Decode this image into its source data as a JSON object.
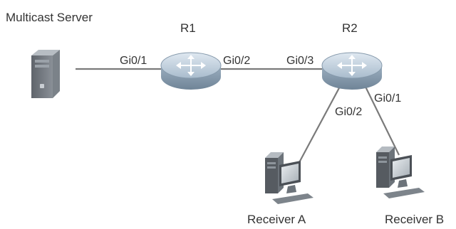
{
  "diagram": {
    "nodes": {
      "server": {
        "label": "Multicast Server",
        "icon": "server-tower-icon"
      },
      "r1": {
        "label": "R1",
        "icon": "router-icon"
      },
      "r2": {
        "label": "R2",
        "icon": "router-icon"
      },
      "receiver_a": {
        "label": "Receiver A",
        "icon": "desktop-computer-icon"
      },
      "receiver_b": {
        "label": "Receiver B",
        "icon": "desktop-computer-icon"
      }
    },
    "links": [
      {
        "from": "Multicast Server",
        "to": "R1",
        "to_port": "Gi0/1"
      },
      {
        "from": "R1",
        "from_port": "Gi0/2",
        "to": "R2",
        "to_port": "Gi0/3"
      },
      {
        "from": "R2",
        "from_port": "Gi0/2",
        "to": "Receiver A"
      },
      {
        "from": "R2",
        "from_port": "Gi0/1",
        "to": "Receiver B"
      }
    ],
    "ports": {
      "r1_gi01": "Gi0/1",
      "r1_gi02": "Gi0/2",
      "r2_gi03": "Gi0/3",
      "r2_gi02": "Gi0/2",
      "r2_gi01": "Gi0/1"
    },
    "colors": {
      "link": "#7a7a7a",
      "router_top": "#c8d6e4",
      "router_side": "#8ea3b6",
      "device_dark": "#555a60"
    }
  }
}
